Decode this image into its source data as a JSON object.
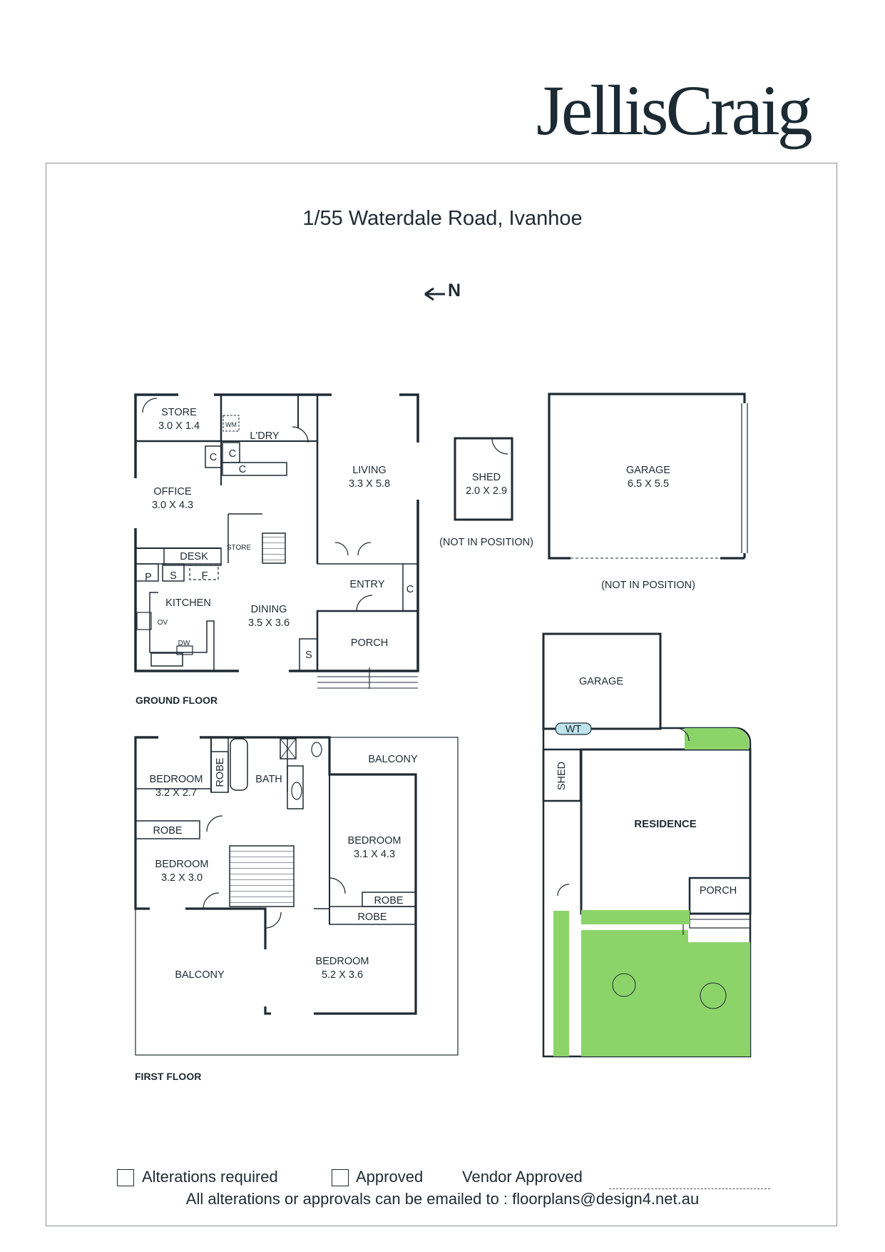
{
  "brand": {
    "logo_text": "JellisCraig"
  },
  "property": {
    "address": "1/55 Waterdale Road, Ivanhoe"
  },
  "north": {
    "label": "N"
  },
  "ground_floor": {
    "label": "GROUND FLOOR",
    "rooms": {
      "store_name": "STORE",
      "store_dim": "3.0 X 1.4",
      "ldry": "L'DRY",
      "wm": "WM",
      "office_name": "OFFICE",
      "office_dim": "3.0 X 4.3",
      "living_name": "LIVING",
      "living_dim": "3.3 X 5.8",
      "desk": "DESK",
      "store_small": "STORE",
      "p": "P",
      "s": "S",
      "f": "F",
      "c": "C",
      "kitchen": "KITCHEN",
      "ov": "OV",
      "dw": "DW",
      "dining_name": "DINING",
      "dining_dim": "3.5 X 3.6",
      "entry": "ENTRY",
      "porch": "PORCH"
    }
  },
  "shed": {
    "name": "SHED",
    "dim": "2.0 X 2.9",
    "note": "(NOT IN POSITION)"
  },
  "garage": {
    "name": "GARAGE",
    "dim": "6.5 X 5.5",
    "note": "(NOT IN POSITION)"
  },
  "first_floor": {
    "label": "FIRST FLOOR",
    "rooms": {
      "bed1_name": "BEDROOM",
      "bed1_dim": "3.2 X 2.7",
      "robe": "ROBE",
      "bath": "BATH",
      "balcony": "BALCONY",
      "bed2_name": "BEDROOM",
      "bed2_dim": "3.1 X 4.3",
      "bed3_name": "BEDROOM",
      "bed3_dim": "3.2 X 3.0",
      "bed4_name": "BEDROOM",
      "bed4_dim": "5.2 X 3.6"
    }
  },
  "site_plan": {
    "garage": "GARAGE",
    "wt": "WT",
    "shed": "SHED",
    "residence": "RESIDENCE",
    "porch": "PORCH"
  },
  "footer": {
    "alterations": "Alterations required",
    "approved": "Approved",
    "vendor": "Vendor Approved",
    "note": "All alterations or approvals can be emailed to : floorplans@design4.net.au"
  },
  "colors": {
    "ink": "#1f2a33",
    "garden": "#8cd46a",
    "tank": "#bfe3ee"
  }
}
